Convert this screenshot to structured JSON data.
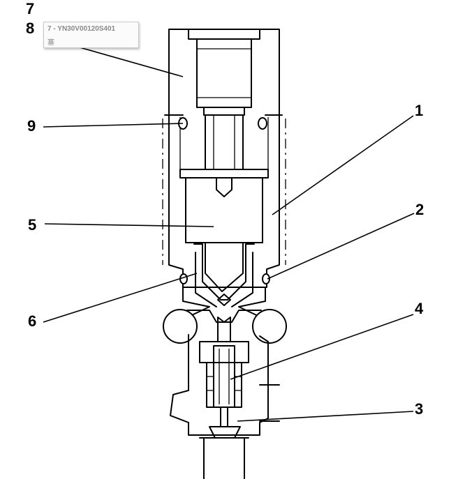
{
  "callouts": {
    "c1": "1",
    "c2": "2",
    "c3": "3",
    "c4": "4",
    "c5": "5",
    "c6": "6",
    "c7": "7",
    "c8": "8",
    "c9": "9"
  },
  "tooltip": {
    "line1": "7 - YN30V00120S401",
    "line2": "塞"
  }
}
